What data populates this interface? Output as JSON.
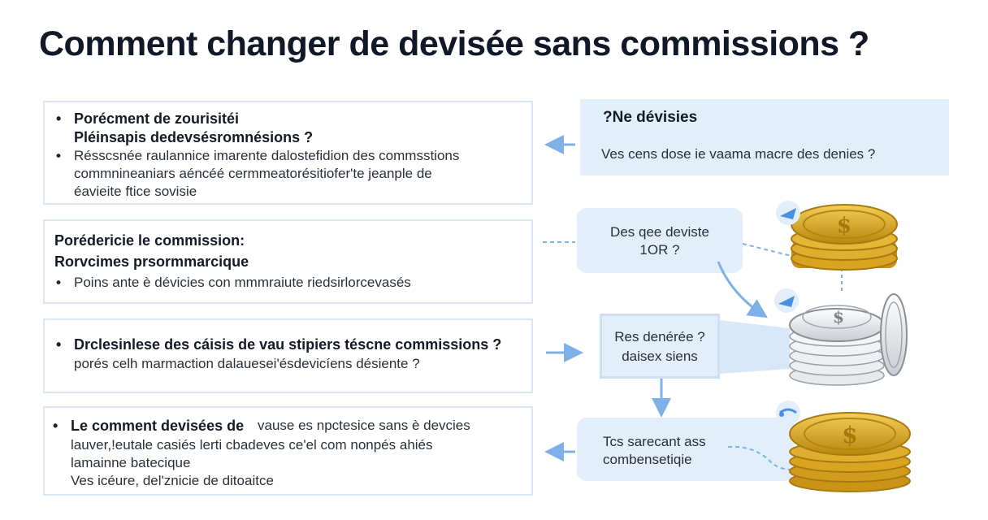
{
  "title": "Comment changer de devisée sans commissions ?",
  "left_boxes": [
    {
      "lines": [
        "Porécment de zourisitéi",
        "Pléinsapis dedevsésromnésions ?",
        "Résscsnée raulannice imarente dalostefidion des commsstions",
        "commnineaniars aéncéé cermmeatorésitiofer'te jeanple de",
        "éavieite ftice sovisie"
      ]
    },
    {
      "lines": [
        "Porédericie le commission:",
        "Rorvcimes prsormmarcique",
        "Poins ante è dévicies con mmmraiute riedsirlorcevasés"
      ]
    },
    {
      "lines": [
        "Drclesinlese des cáisis de vau stipiers téscne commissions ?",
        "porés celh marmaction dalauesei'ésdevicíens désiente ?"
      ]
    },
    {
      "lines": [
        "Le comment devisées de",
        "vause es npctesice sans è devcies",
        "lauver,!eutale casiés lerti cbadeves ce'el com nonpés ahiés",
        "lamainne batecique",
        "Ves icéure, del'znicie de ditoaitce"
      ]
    }
  ],
  "right_boxes": {
    "top": {
      "title": "?Ne dévisies",
      "text": "Ves cens dose ie vaama macre des denies ?"
    },
    "box2": {
      "line1": "Des qee deviste",
      "line2": "1OR ?"
    },
    "box3": {
      "line1": "Res denérée ?",
      "line2": "daisex siens"
    },
    "box4": {
      "line1": "Tcs sarecant ass",
      "line2": "combensetiqie"
    }
  },
  "icons": [
    "coin-stack-gold-icon",
    "coin-stack-silver-icon",
    "coin-stack-gold-icon",
    "plane-icon",
    "plane-icon",
    "link-icon"
  ],
  "colors": {
    "accent": "#4a90e2",
    "box_fill": "#e3eefb",
    "box_border": "#dbe7f5",
    "gold": "#d9a521"
  }
}
